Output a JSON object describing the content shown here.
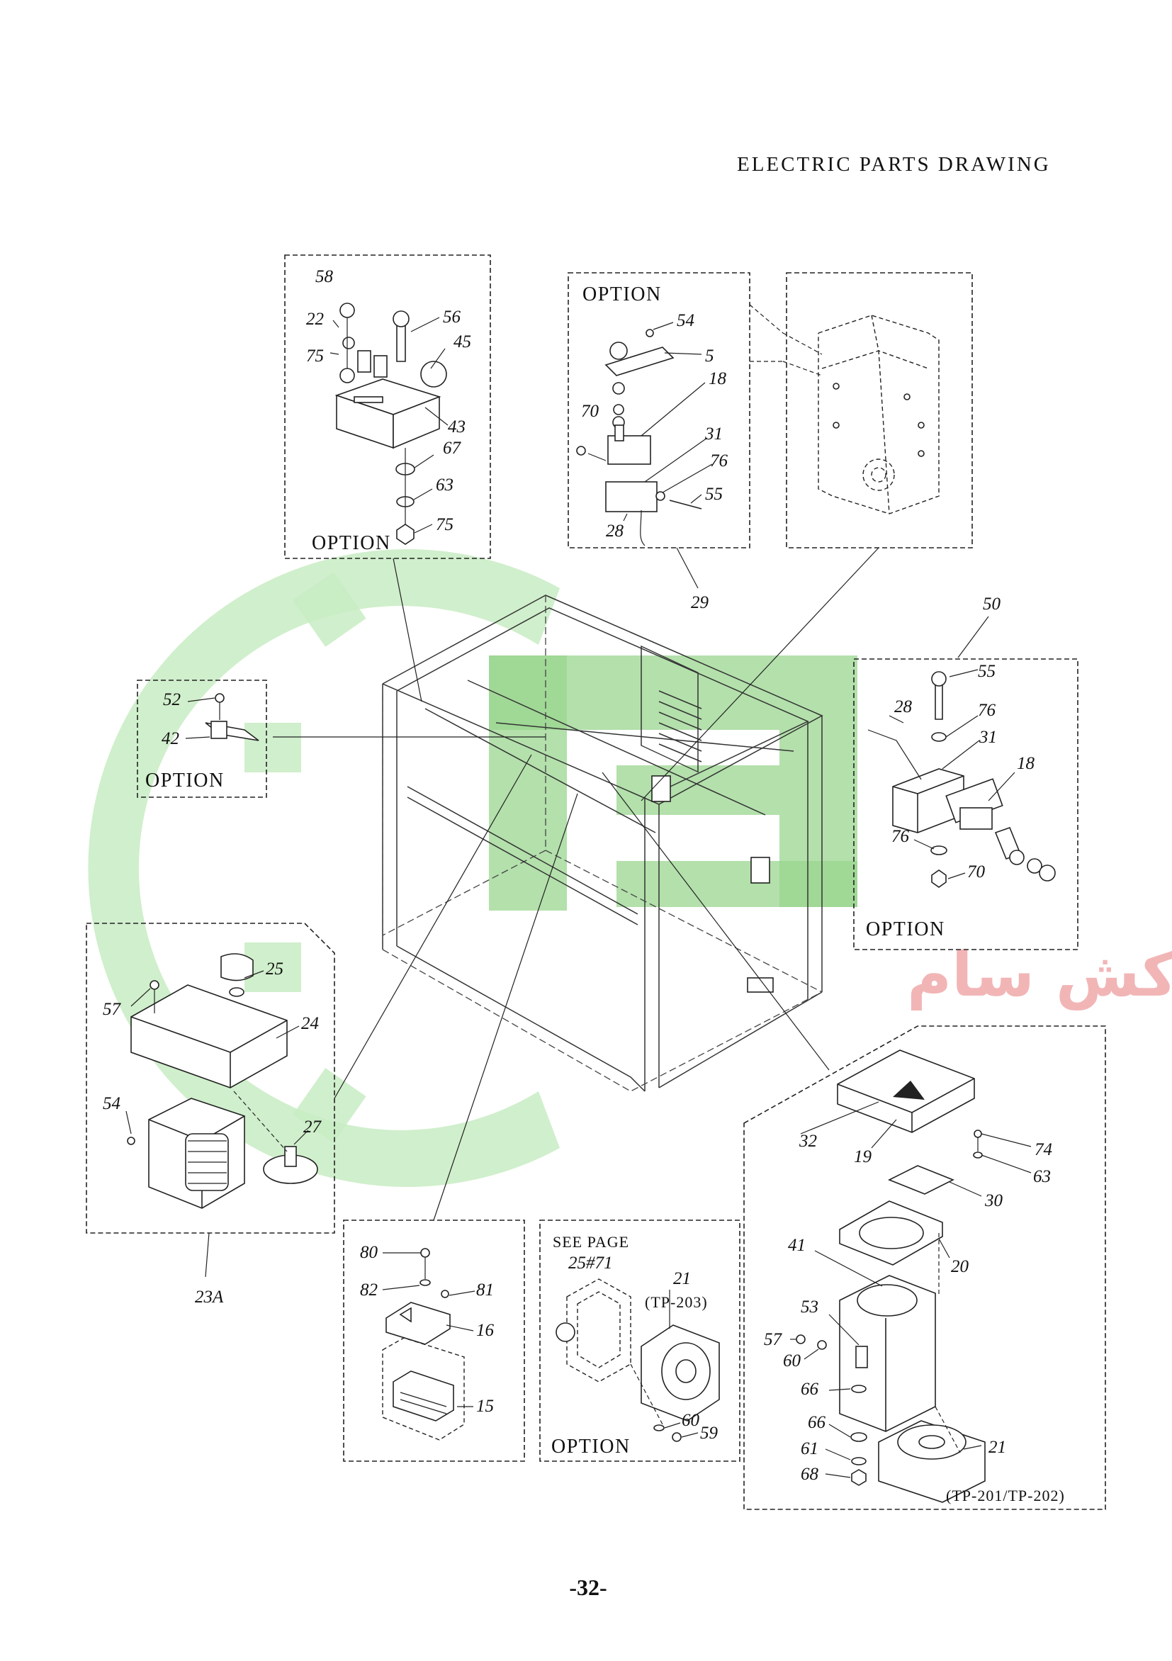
{
  "header": {
    "title": "ELECTRIC PARTS DRAWING"
  },
  "footer": {
    "page_number": "-32-"
  },
  "watermark": {
    "text": "تسمه کش سام",
    "gear_color": "#c8ecc3",
    "text_color": "#f0a9aa"
  },
  "panels": {
    "switch_option": {
      "label": "OPTION",
      "parts": [
        "58",
        "22",
        "56",
        "45",
        "75",
        "43",
        "67",
        "63",
        "75"
      ]
    },
    "microswitch_option": {
      "label": "OPTION",
      "parts": [
        "54",
        "5",
        "18",
        "70",
        "31",
        "76",
        "55",
        "28"
      ]
    },
    "sensor_option": {
      "label": "OPTION",
      "parts": [
        "52",
        "42"
      ]
    },
    "limit_switch_option": {
      "label": "OPTION",
      "parts": [
        "55",
        "28",
        "76",
        "31",
        "18",
        "76",
        "70"
      ]
    },
    "fan_option": {
      "label": "OPTION",
      "note_line1": "SEE PAGE",
      "note_line2": "25#71",
      "parts": [
        "21",
        "60",
        "59"
      ],
      "model": "(TP-203)"
    },
    "fan_unit": {
      "parts": [
        "32",
        "19",
        "74",
        "63",
        "30",
        "41",
        "20",
        "53",
        "57",
        "60",
        "66",
        "66",
        "61",
        "68",
        "21"
      ],
      "model": "(TP-201/TP-202)"
    }
  },
  "callouts": {
    "c29": "29",
    "c50": "50",
    "c23a": "23A",
    "c25": "25",
    "c24": "24",
    "c57": "57",
    "c54": "54",
    "c27": "27",
    "c80": "80",
    "c82": "82",
    "c81": "81",
    "c16": "16",
    "c15": "15"
  }
}
